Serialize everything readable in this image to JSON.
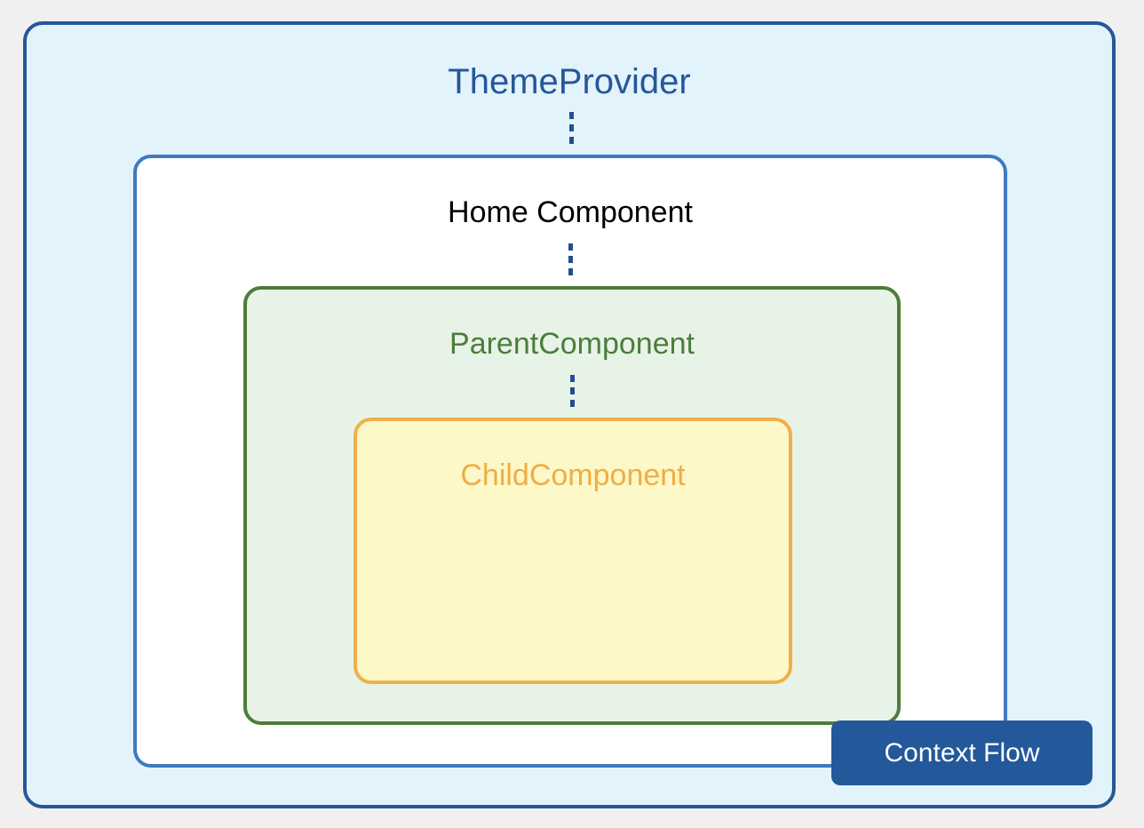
{
  "diagram": {
    "provider": {
      "label": "ThemeProvider"
    },
    "home": {
      "label": "Home Component"
    },
    "parent": {
      "label": "ParentComponent"
    },
    "child": {
      "label": "ChildComponent"
    },
    "badge": {
      "label": "Context Flow"
    }
  },
  "colors": {
    "background": "#eff0ef",
    "provider_border": "#25579a",
    "provider_fill": "#e3f3fc",
    "home_border": "#3e7bc0",
    "parent_border": "#4b7d3c",
    "parent_fill": "#e8f3e7",
    "child_border": "#efb04a",
    "child_fill": "#fcf8c8",
    "connector": "#22508f",
    "badge_fill": "#23589b"
  }
}
